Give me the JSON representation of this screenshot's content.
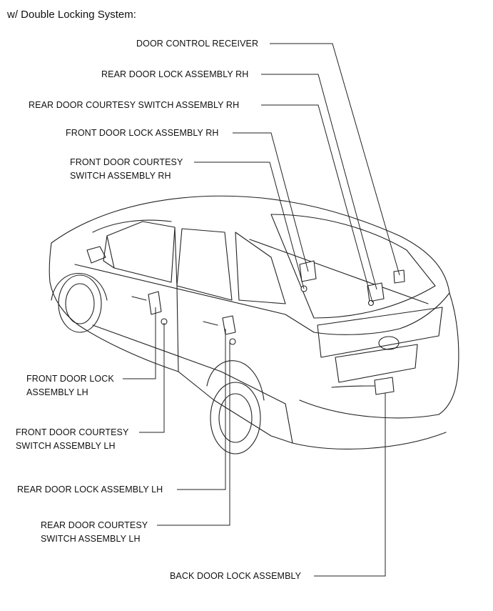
{
  "header": {
    "title": "w/ Double Locking System:"
  },
  "labels": {
    "door_control_receiver": "DOOR CONTROL RECEIVER",
    "rear_door_lock_rh": "REAR DOOR LOCK ASSEMBLY RH",
    "rear_door_courtesy_rh": "REAR DOOR COURTESY SWITCH ASSEMBLY RH",
    "front_door_lock_rh": "FRONT DOOR LOCK ASSEMBLY RH",
    "front_door_courtesy_rh": "FRONT DOOR COURTESY\nSWITCH ASSEMBLY RH",
    "front_door_lock_lh": "FRONT DOOR LOCK\nASSEMBLY LH",
    "front_door_courtesy_lh": "FRONT DOOR COURTESY\nSWITCH ASSEMBLY LH",
    "rear_door_lock_lh": "REAR DOOR LOCK ASSEMBLY LH",
    "rear_door_courtesy_lh": "REAR DOOR COURTESY\nSWITCH ASSEMBLY LH",
    "back_door_lock": "BACK DOOR LOCK ASSEMBLY"
  }
}
